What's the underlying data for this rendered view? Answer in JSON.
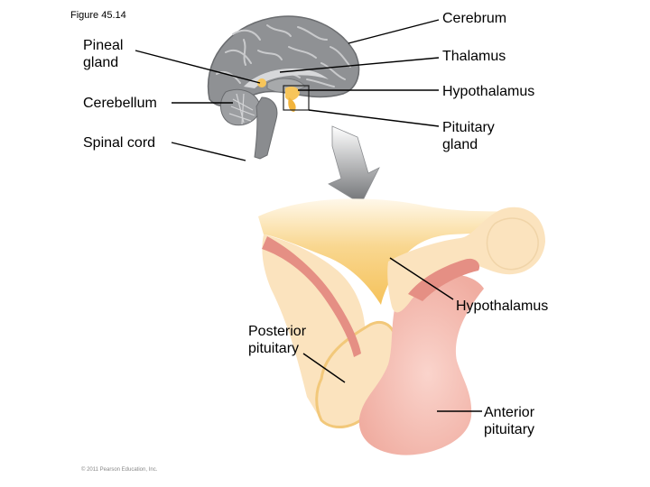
{
  "figure_label": "Figure 45.14",
  "copyright": "© 2011 Pearson Education, Inc.",
  "labels": {
    "cerebrum": "Cerebrum",
    "pineal_line1": "Pineal",
    "pineal_line2": "gland",
    "thalamus": "Thalamus",
    "hypothalamus_top": "Hypothalamus",
    "cerebellum": "Cerebellum",
    "pituitary_line1": "Pituitary",
    "pituitary_line2": "gland",
    "spinal_cord": "Spinal cord",
    "hypothalamus_bottom": "Hypothalamus",
    "posterior_line1": "Posterior",
    "posterior_line2": "pituitary",
    "anterior_line1": "Anterior",
    "anterior_line2": "pituitary"
  },
  "colors": {
    "brain": "#8f9194",
    "brain_dark": "#5f6164",
    "hypothalamus_tissue": "#f7c55a",
    "cream_tissue": "#fbe3be",
    "vessel_red": "#e58f84",
    "anterior_pink": "#f6c2b8",
    "arrow_gray": "#7d7f82"
  }
}
